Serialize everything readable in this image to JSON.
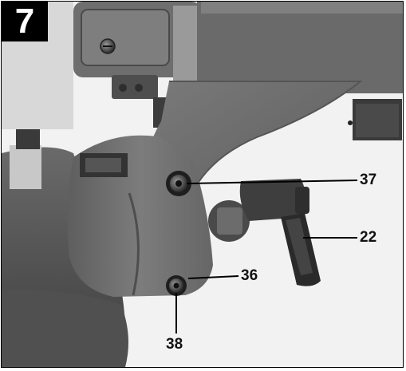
{
  "figure": {
    "number": "7"
  },
  "callouts": {
    "c37": "37",
    "c22": "22",
    "c36": "36",
    "c38": "38"
  },
  "colors": {
    "background": "#f2f2f2",
    "machine_dark": "#3a3a3a",
    "machine_mid": "#6b6b6b",
    "machine_light": "#8c8c8c",
    "text": "#111111"
  }
}
